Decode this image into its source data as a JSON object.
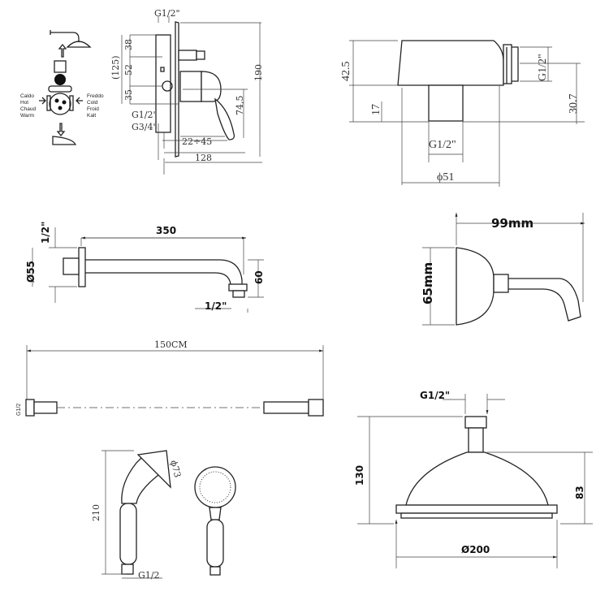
{
  "diverter": {
    "labels_left": [
      "Caldo",
      "Hot",
      "Chaud",
      "Warm"
    ],
    "labels_right": [
      "Freddo",
      "Cold",
      "Froid",
      "Kalt"
    ],
    "dims": {
      "g12_top": "G1/2\"",
      "d125": "(125)",
      "d38": "38",
      "d52": "52",
      "d35": "35",
      "d190": "190",
      "d745": "74,5",
      "g12_bottom": "G1/2\"",
      "g34": "G3/4\"",
      "d2245": "22÷45",
      "d128": "128"
    }
  },
  "arm_fitting": {
    "d425": "42.5",
    "d17": "17",
    "g12_side": "G1/2\"",
    "d307": "30.7",
    "g12_bottom": "G1/2\"",
    "d51": "ϕ51"
  },
  "shower_arm": {
    "half_inch_top": "1/2\"",
    "d55": "Ø55",
    "d350": "350",
    "d60": "60",
    "half_inch_bottom": "1/2\""
  },
  "wall_bracket": {
    "d99": "99mm",
    "d65": "65mm"
  },
  "hose": {
    "length": "150CM",
    "thread": "G1/2"
  },
  "hand_shower": {
    "d210": "210",
    "d73": "ϕ73",
    "thread": "G1/2"
  },
  "shower_head": {
    "thread": "G1/2\"",
    "d130": "130",
    "d83": "83",
    "d200": "Ø200"
  }
}
